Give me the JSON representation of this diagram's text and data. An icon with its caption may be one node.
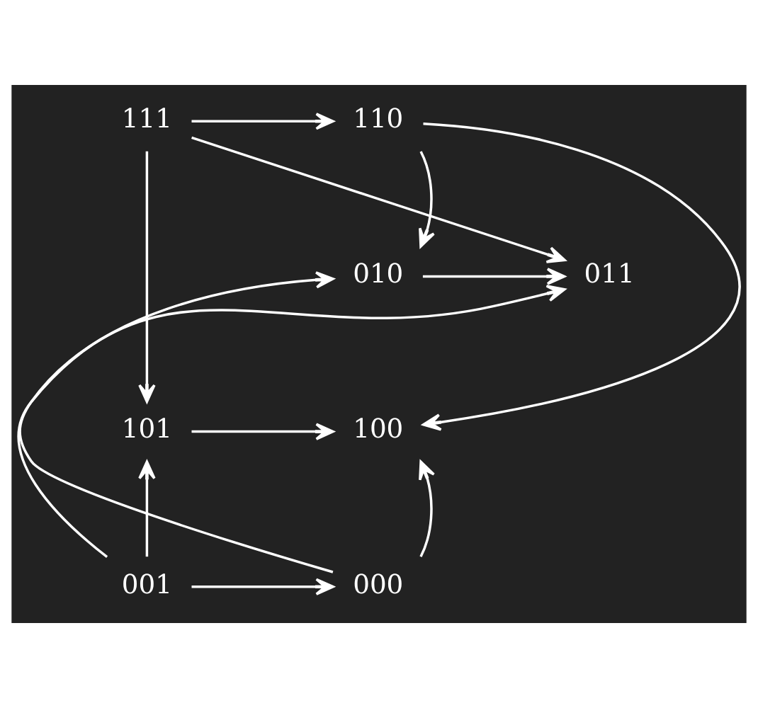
{
  "diagram": {
    "nodes": [
      {
        "text": [
          "110"
        ]
      },
      {
        "text": [
          "111"
        ]
      },
      {
        "text": [
          "010"
        ]
      },
      {
        "text": [
          "011"
        ]
      },
      {
        "text": [
          "100"
        ]
      },
      {
        "text": [
          "101"
        ]
      },
      {
        "text": [
          "000"
        ]
      },
      {
        "text": [
          "001"
        ]
      }
    ],
    "edges": [
      {
        "from": 1,
        "to": 0,
        "arrow": "to"
      },
      {
        "from": 0,
        "to": 2,
        "arrow": "to"
      },
      {
        "from": 0,
        "to": 4,
        "arrow": "to"
      },
      {
        "from": 1,
        "to": 3,
        "arrow": "to"
      },
      {
        "from": 1,
        "to": 5,
        "arrow": "to"
      },
      {
        "from": 2,
        "to": 3,
        "arrow": "to"
      },
      {
        "from": 6,
        "to": 2,
        "arrow": "to"
      },
      {
        "from": 6,
        "to": 4,
        "arrow": "to"
      },
      {
        "from": 7,
        "to": 3,
        "arrow": "to"
      },
      {
        "from": 7,
        "to": 5,
        "arrow": "to"
      },
      {
        "from": 5,
        "to": 4,
        "arrow": "to"
      },
      {
        "from": 7,
        "to": 6,
        "arrow": "to"
      }
    ]
  }
}
